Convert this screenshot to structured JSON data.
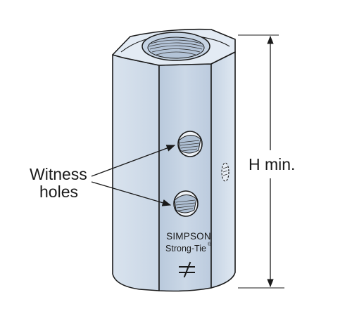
{
  "labels": {
    "witness_line1": "Witness",
    "witness_line2": "holes",
    "height": "H min."
  },
  "marking": {
    "brand_line1": "SIMPSON",
    "brand_line2": "Strong-Tie",
    "registered": "®"
  },
  "colors": {
    "body_front": "#c8d6e6",
    "body_side": "#dbe5f0",
    "body_top": "#e3ebf4",
    "outline": "#1a1a1a"
  }
}
